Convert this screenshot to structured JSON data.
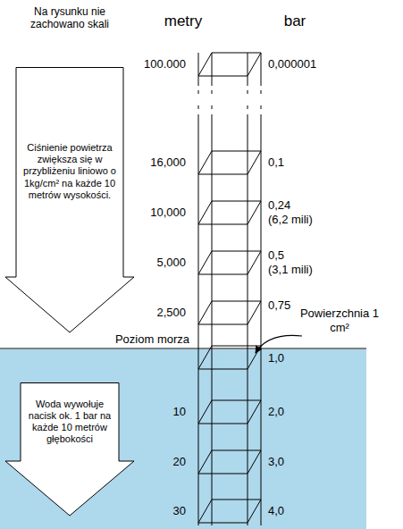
{
  "diagram": {
    "nodes": [
      {
        "text": [
          "Ciśnienie powietrza zwiększa się w przybliżeniu liniowo o 1kg/cm² na każde 10 metrów wysokości."
        ]
      },
      {
        "text": [
          "Woda wywołuje nacisk ok. 1 bar na każde 10 metrów głębokości"
        ]
      }
    ],
    "labels": [
      "Na rysunku nie zachowano skali",
      "metry",
      "bar",
      "100.000",
      "0,000001",
      "16,000",
      "0,1",
      "10,000",
      "0,24",
      "(6,2 mili)",
      "5,000",
      "0,5",
      "(3,1 mili)",
      "2,500",
      "0,75",
      "Powierzchnia 1 cm²",
      "Poziom morza",
      "1,0",
      "10",
      "2,0",
      "20",
      "3,0",
      "30",
      "4,0"
    ]
  }
}
